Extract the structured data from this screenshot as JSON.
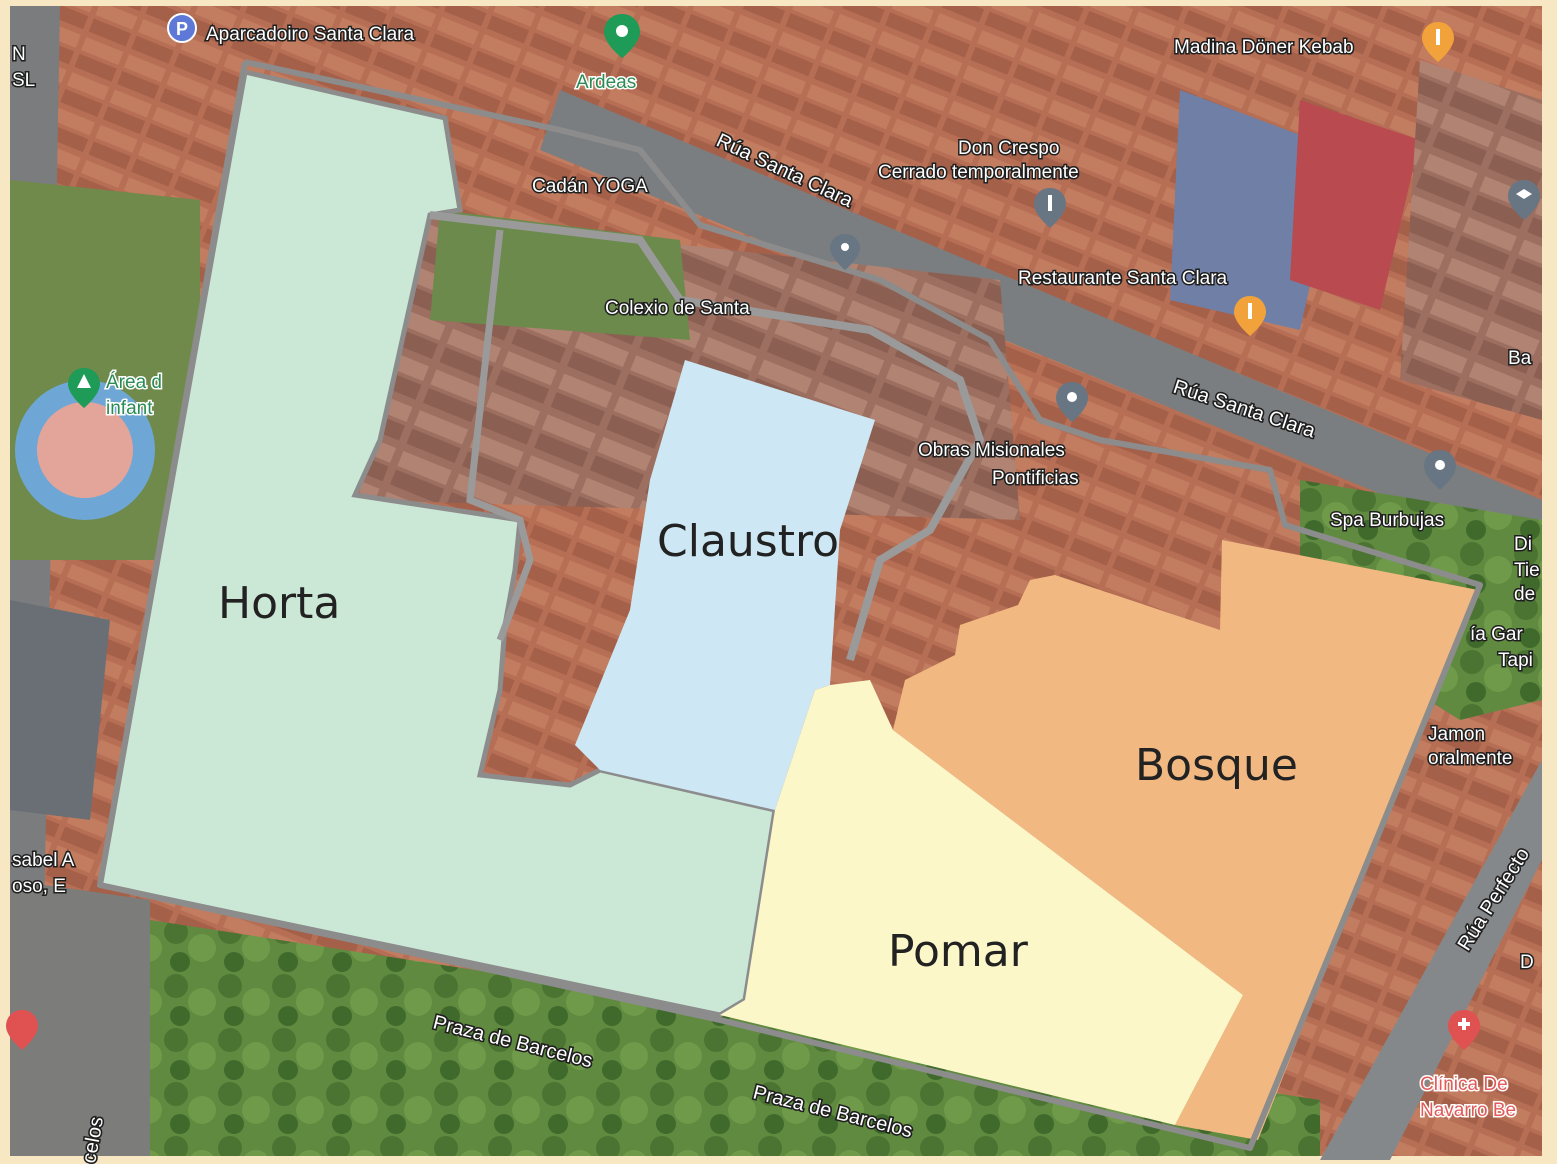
{
  "areas": {
    "horta": "Horta",
    "claustro": "Claustro",
    "bosque": "Bosque",
    "pomar": "Pomar"
  },
  "streets": {
    "rua_santa_clara_1": "Rúa Santa Clara",
    "rua_santa_clara_2": "Rúa Santa Clara",
    "praza_barcelos_1": "Praza de Barcelos",
    "praza_barcelos_2": "Praza de Barcelos",
    "rua_perfecto": "Rúa Perfecto",
    "left_bottom": "celos"
  },
  "places": {
    "aparcadoiro": "Aparcadoiro Santa Clara",
    "ardeas": "Ardeas",
    "madina": "Madina Döner Kebab",
    "don_crespo": "Don Crespo",
    "don_crespo_status": "Cerrado temporalmente",
    "restaurante": "Restaurante Santa Clara",
    "yoga": "Cadán YOGA",
    "colexio": "Colexio de Santa",
    "area_infantil_1": "Área d",
    "area_infantil_2": "infant",
    "misionales_1": "Obras Misionales",
    "misionales_2": "Pontificias",
    "spa": "Spa Burbujas",
    "isabel_1": "sabel A",
    "isabel_2": "oso, E",
    "jamon_1": "Jamon",
    "jamon_2": "oralmente",
    "clinica_1": "Clínica De",
    "clinica_2": "Navarro Be",
    "edge_n": "N",
    "edge_sl": "SL",
    "edge_ba": "Ba",
    "edge_di": "Di",
    "edge_tie": "Tie",
    "edge_de": "de",
    "edge_gar": "ía Gar",
    "edge_tapi": "Tapi",
    "edge_d": "D"
  },
  "icons": {
    "parking": "P",
    "restaurant": "fork-knife-icon",
    "location": "location-pin-icon",
    "park": "tree-icon",
    "school": "graduation-cap-icon",
    "hospital": "hospital-icon"
  },
  "colors": {
    "frame": "#f7e8c3",
    "horta": "#cbe7d6",
    "claustro": "#cde8f4",
    "bosque": "#f2b882",
    "pomar": "#fcf7c8",
    "outline": "#8c8c8c",
    "pin_green": "#1e9b57",
    "pin_gray": "#687683",
    "pin_orange": "#f2a23a",
    "pin_red": "#e05151",
    "parking_blue": "#5d78d6"
  }
}
